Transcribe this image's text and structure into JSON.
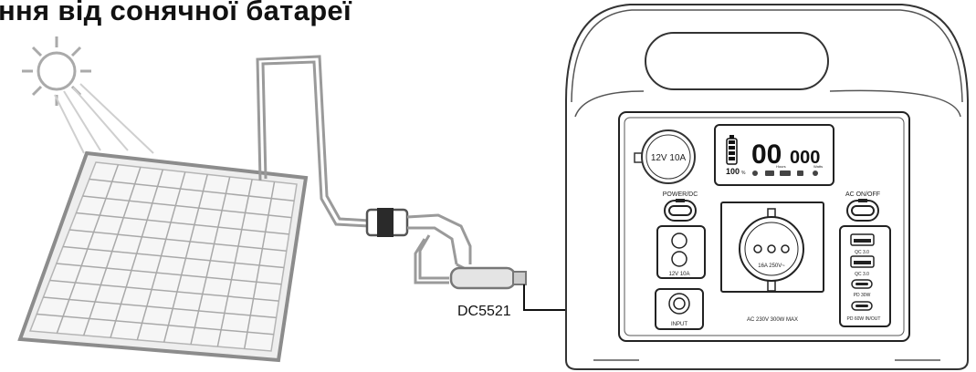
{
  "title": "ння від сонячної батареї",
  "connector_label": "DC5521",
  "station": {
    "car_port_label": "12V 10A",
    "power_dc_label": "POWER/DC",
    "dc_ports_label": "12V 10A",
    "input_label": "INPUT",
    "ac_onoff_label": "AC ON/OFF",
    "socket_rating": "16A 250V~",
    "ac_output_label": "AC 230V 300W MAX",
    "usb_a1_label": "QC 3.0",
    "usb_a2_label": "QC 3.0",
    "usb_c1_label": "PD 30W",
    "usb_c2_label": "PD 60W IN/OUT",
    "display": {
      "battery_percent": "100",
      "percent_unit": "%",
      "time_value": "00",
      "time_unit": "Hours",
      "watts_value": "000",
      "watts_unit": "Watts"
    }
  }
}
